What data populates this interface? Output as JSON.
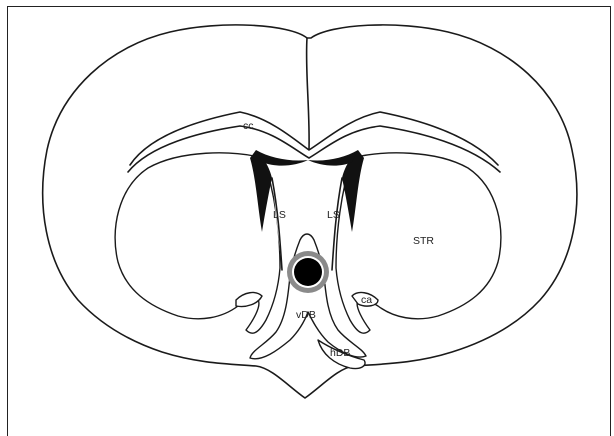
{
  "figure": {
    "labels": {
      "cc": "cc",
      "ls_left": "LS",
      "ls_right": "LS",
      "str": "STR",
      "ca": "ca",
      "vdb": "vDB",
      "hdb": "hDB"
    },
    "colors": {
      "outline": "#1a1a1a",
      "injection_core": "#000000",
      "injection_halo": "#8a8a8a",
      "background": "#ffffff"
    }
  }
}
